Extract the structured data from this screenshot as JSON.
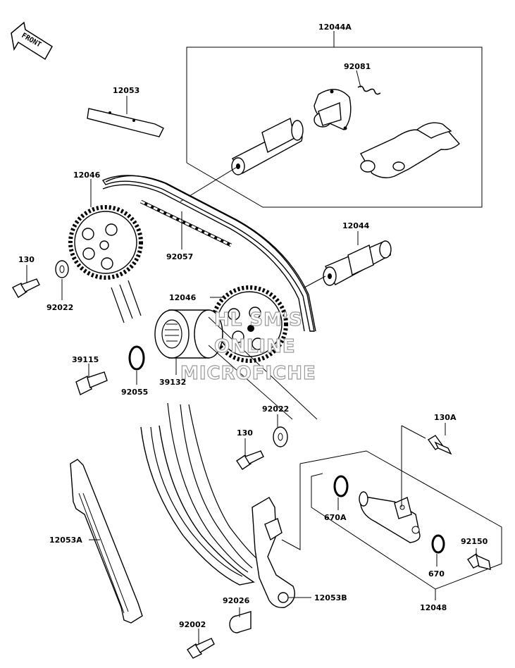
{
  "front_label": "FRONT",
  "watermark": [
    "HL SM'S",
    "ONLINE",
    "MICROFICHE"
  ],
  "labels": {
    "p12044A": "12044A",
    "p92081": "92081",
    "p12053": "12053",
    "p12046a": "12046",
    "p92057": "92057",
    "p12044": "12044",
    "p130a": "130",
    "p92022a": "92022",
    "p12046b": "12046",
    "p39115": "39115",
    "p92055": "92055",
    "p39132": "39132",
    "p92022b": "92022",
    "p130b": "130",
    "p130A": "130A",
    "p670A": "670A",
    "p12053A": "12053A",
    "p92150": "92150",
    "p670": "670",
    "p92026": "92026",
    "p12053B": "12053B",
    "p12048": "12048",
    "p92002": "92002"
  }
}
